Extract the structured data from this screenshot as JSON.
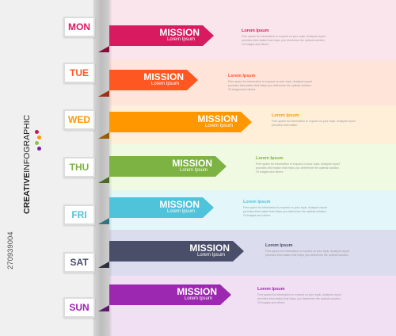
{
  "sidebar": {
    "title_bold": "CREATIVE",
    "title_regular": "INFOGRAPHIC",
    "dot_colors": [
      "#c2185b",
      "#ff9800",
      "#8bc34a",
      "#7b1fa2"
    ],
    "stock_id": "270939004"
  },
  "rows": [
    {
      "day": "MON",
      "color": "#d81b60",
      "band": "#fbe5ec",
      "title": "MISSION",
      "subtitle": "Lorem Ipsum",
      "desc_title": "Lorem Ipsum",
      "desc_body": "Free space for information to expand on your topic. Analysis report provides information that helps you determine the optimal solution. Of images and others."
    },
    {
      "day": "TUE",
      "color": "#ff5722",
      "band": "#ffe4da",
      "title": "MISSION",
      "subtitle": "Lorem Ipsum",
      "desc_title": "Lorem Ipsum",
      "desc_body": "Free space for information to expand on your topic. Analysis report provides information that helps you determine the optimal solution. Of images and others."
    },
    {
      "day": "WED",
      "color": "#ff9800",
      "band": "#ffefd9",
      "title": "MISSION",
      "subtitle": "Lorem Ipsum",
      "desc_title": "Lorem Ipsum",
      "desc_body": "Free space for information to expand on your topic. Analysis report provides information."
    },
    {
      "day": "THU",
      "color": "#7cb342",
      "band": "#f0f9e2",
      "title": "MISSION",
      "subtitle": "Lorem Ipsum",
      "desc_title": "Lorem Ipsum",
      "desc_body": "Free space for information to expand on your topic. Analysis report provides information that helps you determine the optimal solution. Of images and others."
    },
    {
      "day": "FRI",
      "color": "#4fc3d9",
      "band": "#e3f7fb",
      "title": "MISSION",
      "subtitle": "Lorem Ipsum",
      "desc_title": "Lorem Ipsum",
      "desc_body": "Free space for information to expand on your topic. Analysis report provides information that helps you determine the optimal solution. Of images and others."
    },
    {
      "day": "SAT",
      "color": "#4a4e69",
      "band": "#dcdcef",
      "title": "MISSION",
      "subtitle": "Lorem Ipsum",
      "desc_title": "Lorem Ipsum",
      "desc_body": "Free space for information to expand on your topic. Analysis report provides information that helps you determine the optimal solution."
    },
    {
      "day": "SUN",
      "color": "#9c27b0",
      "band": "#f1e0f3",
      "title": "MISSION",
      "subtitle": "Lorem Ipsum",
      "desc_title": "Lorem Ipsum",
      "desc_body": "Free space for information to expand on your topic. Analysis report provides information that helps you determine the optimal solution. Of images and others."
    }
  ]
}
